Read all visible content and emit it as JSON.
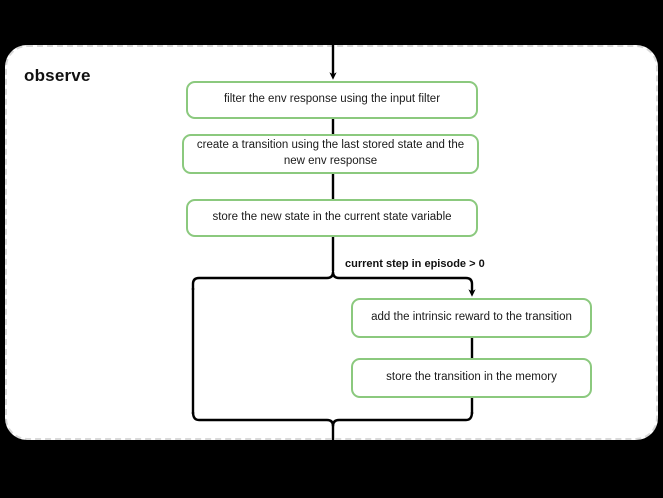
{
  "diagram": {
    "type": "flowchart",
    "background_color": "#000000",
    "scope": {
      "title": "observe",
      "border_style": "dashed",
      "border_color": "#d9d9d9",
      "fill_color": "#ffffff"
    },
    "node_style": {
      "border_color": "#8bc97e",
      "fill_color": "#ffffff",
      "text_color": "#1a1a1a"
    },
    "nodes": [
      {
        "id": "filter",
        "label": "filter the env response using the input filter"
      },
      {
        "id": "transition",
        "label": "create a transition using the last stored state and the new env response"
      },
      {
        "id": "store-state",
        "label": "store the new state in the current state variable"
      },
      {
        "id": "intrinsic",
        "label": "add the intrinsic reward to the transition"
      },
      {
        "id": "store-memory",
        "label": "store the transition in the memory"
      }
    ],
    "edge_labels": {
      "condition": "current step in episode > 0"
    },
    "edges": [
      {
        "from": "entry",
        "to": "filter",
        "label": ""
      },
      {
        "from": "filter",
        "to": "transition",
        "label": ""
      },
      {
        "from": "transition",
        "to": "store-state",
        "label": ""
      },
      {
        "from": "store-state",
        "to": "branch",
        "label": ""
      },
      {
        "from": "branch",
        "to": "intrinsic",
        "label": "current step in episode > 0"
      },
      {
        "from": "branch",
        "to": "merge",
        "label": ""
      },
      {
        "from": "intrinsic",
        "to": "store-memory",
        "label": ""
      },
      {
        "from": "store-memory",
        "to": "merge",
        "label": ""
      },
      {
        "from": "merge",
        "to": "exit",
        "label": ""
      }
    ]
  }
}
